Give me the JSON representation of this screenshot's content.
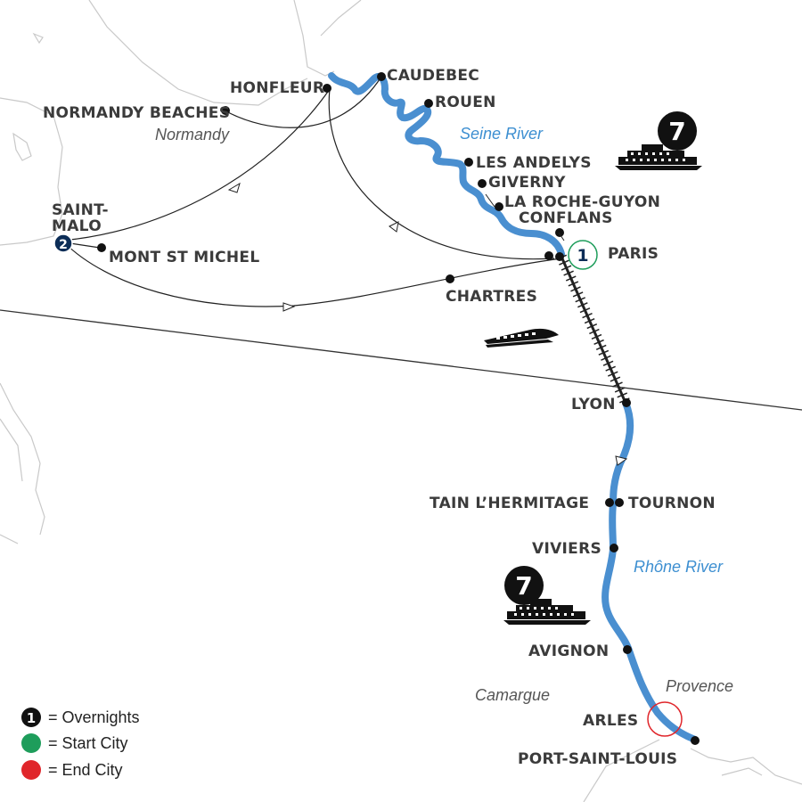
{
  "cities": {
    "honfleur": "HONFLEUR",
    "caudebec": "CAUDEBEC",
    "rouen": "ROUEN",
    "normandy_beaches": "NORMANDY BEACHES",
    "les_andelys": "LES ANDELYS",
    "giverny": "GIVERNY",
    "la_roche_guyon": "LA ROCHE-GUYON",
    "conflans": "CONFLANS",
    "saint_malo_1": "SAINT-",
    "saint_malo_2": "MALO",
    "mont_st_michel": "MONT ST MICHEL",
    "paris": "PARIS",
    "chartres": "CHARTRES",
    "lyon": "LYON",
    "tain": "TAIN L’HERMITAGE",
    "tournon": "TOURNON",
    "viviers": "VIVIERS",
    "avignon": "AVIGNON",
    "arles": "ARLES",
    "port_saint_louis": "PORT-SAINT-LOUIS"
  },
  "regions": {
    "normandy": "Normandy",
    "camargue": "Camargue",
    "provence": "Provence"
  },
  "rivers": {
    "seine": "Seine River",
    "rhone": "Rhône River"
  },
  "badges": {
    "paris_start": "1",
    "saint_malo": "2",
    "seine_cruise": "7",
    "rhone_cruise": "7"
  },
  "legend": {
    "overnights_num": "1",
    "overnights": "= Overnights",
    "start": "= Start City",
    "end": "= End City"
  },
  "colors": {
    "river_route": "#4a8fd0",
    "land_outline": "#c9c9c9",
    "route_line": "#222222",
    "start_city": "#1e9d5b",
    "end_city": "#e0262b",
    "overnight_marker": "#0c2d57",
    "badge": "#111111"
  },
  "icons": {
    "seine_cruise_ship": "river-ship-icon",
    "rhone_cruise_ship": "river-ship-icon",
    "train": "high-speed-train-icon"
  }
}
